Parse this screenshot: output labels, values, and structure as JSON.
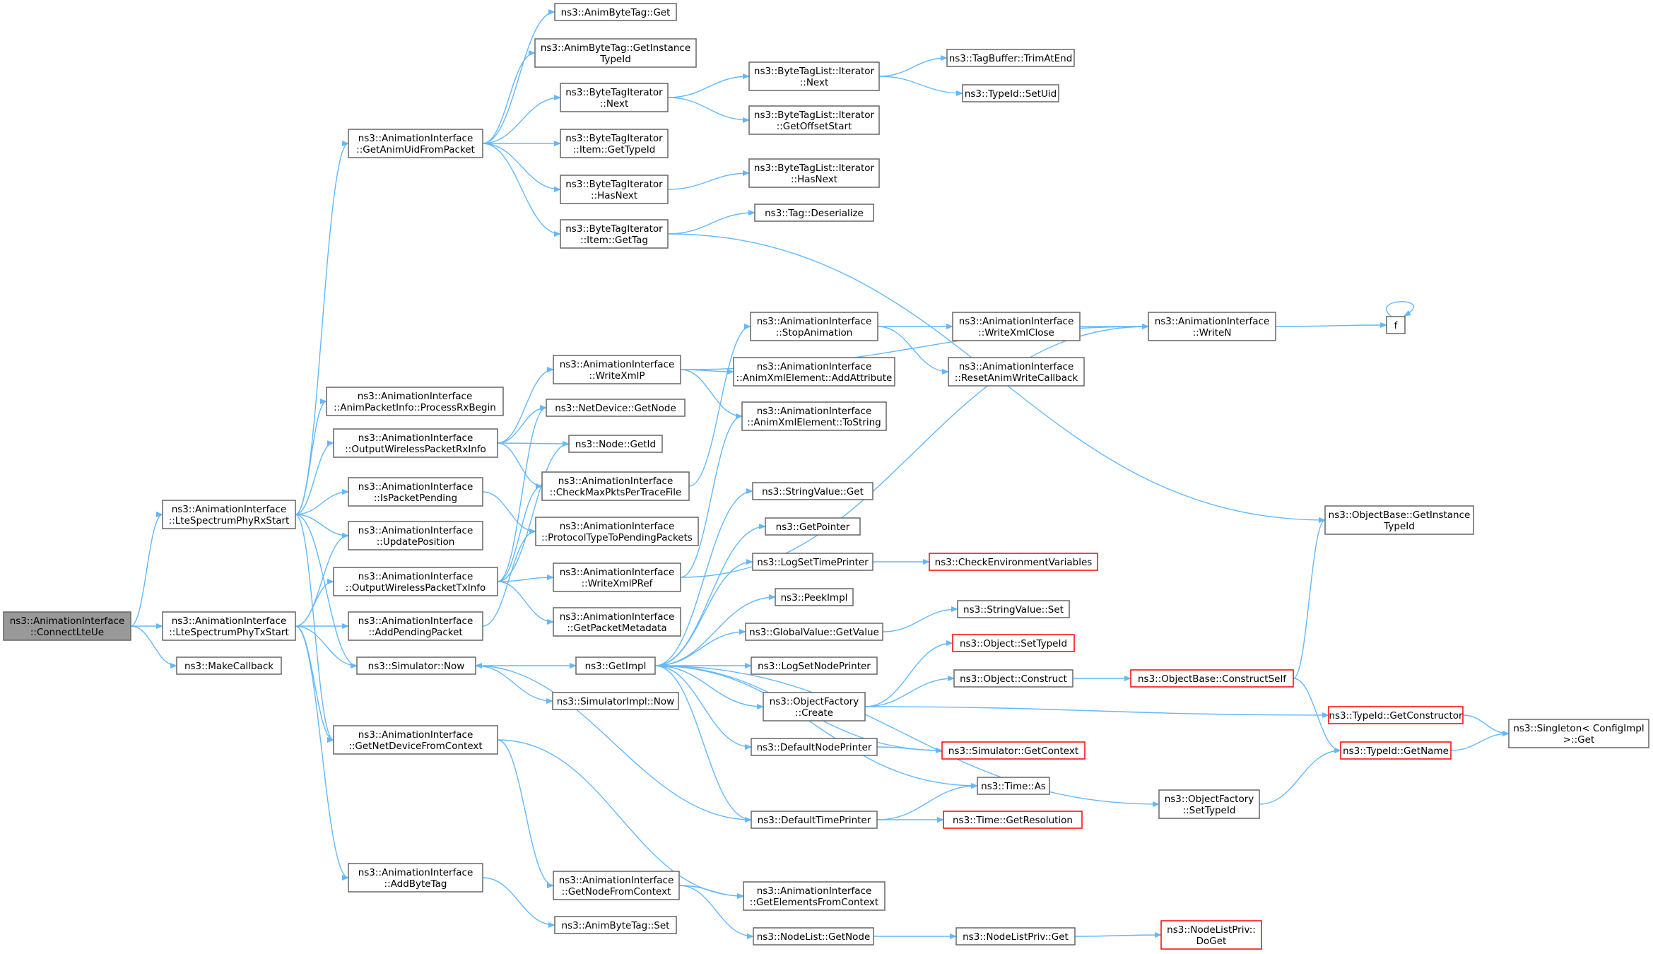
{
  "graph": {
    "nodes": [
      {
        "id": "n0",
        "label": [
          "ns3::AnimationInterface",
          "::ConnectLteUe"
        ],
        "kind": "root"
      },
      {
        "id": "n1",
        "label": [
          "ns3::AnimationInterface",
          "::LteSpectrumPhyRxStart"
        ]
      },
      {
        "id": "n2",
        "label": [
          "ns3::AnimationInterface",
          "::LteSpectrumPhyTxStart"
        ]
      },
      {
        "id": "n3",
        "label": [
          "ns3::MakeCallback"
        ]
      },
      {
        "id": "n4",
        "label": [
          "ns3::AnimationInterface",
          "::GetAnimUidFromPacket"
        ]
      },
      {
        "id": "n5",
        "label": [
          "ns3::AnimationInterface",
          "::AnimPacketInfo::ProcessRxBegin"
        ]
      },
      {
        "id": "n6",
        "label": [
          "ns3::AnimationInterface",
          "::OutputWirelessPacketRxInfo"
        ]
      },
      {
        "id": "n7",
        "label": [
          "ns3::AnimationInterface",
          "::IsPacketPending"
        ]
      },
      {
        "id": "n8",
        "label": [
          "ns3::AnimationInterface",
          "::UpdatePosition"
        ]
      },
      {
        "id": "n9",
        "label": [
          "ns3::AnimationInterface",
          "::OutputWirelessPacketTxInfo"
        ]
      },
      {
        "id": "n10",
        "label": [
          "ns3::AnimationInterface",
          "::AddPendingPacket"
        ]
      },
      {
        "id": "n11",
        "label": [
          "ns3::Simulator::Now"
        ]
      },
      {
        "id": "n12",
        "label": [
          "ns3::AnimationInterface",
          "::GetNetDeviceFromContext"
        ]
      },
      {
        "id": "n13",
        "label": [
          "ns3::AnimationInterface",
          "::AddByteTag"
        ]
      },
      {
        "id": "n14",
        "label": [
          "ns3::AnimByteTag::Get"
        ]
      },
      {
        "id": "n15",
        "label": [
          "ns3::AnimByteTag::GetInstance",
          "TypeId"
        ]
      },
      {
        "id": "n16",
        "label": [
          "ns3::ByteTagIterator",
          "::Next"
        ]
      },
      {
        "id": "n17",
        "label": [
          "ns3::ByteTagIterator",
          "::Item::GetTypeId"
        ]
      },
      {
        "id": "n18",
        "label": [
          "ns3::ByteTagIterator",
          "::HasNext"
        ]
      },
      {
        "id": "n19",
        "label": [
          "ns3::ByteTagIterator",
          "::Item::GetTag"
        ]
      },
      {
        "id": "n20",
        "label": [
          "ns3::AnimationInterface",
          "::WriteXmlP"
        ]
      },
      {
        "id": "n21",
        "label": [
          "ns3::NetDevice::GetNode"
        ]
      },
      {
        "id": "n22",
        "label": [
          "ns3::Node::GetId"
        ]
      },
      {
        "id": "n23",
        "label": [
          "ns3::AnimationInterface",
          "::CheckMaxPktsPerTraceFile"
        ]
      },
      {
        "id": "n24",
        "label": [
          "ns3::AnimationInterface",
          "::ProtocolTypeToPendingPackets"
        ]
      },
      {
        "id": "n25",
        "label": [
          "ns3::AnimationInterface",
          "::WriteXmlPRef"
        ]
      },
      {
        "id": "n26",
        "label": [
          "ns3::AnimationInterface",
          "::GetPacketMetadata"
        ]
      },
      {
        "id": "n27",
        "label": [
          "ns3::GetImpl"
        ]
      },
      {
        "id": "n28",
        "label": [
          "ns3::SimulatorImpl::Now"
        ]
      },
      {
        "id": "n29",
        "label": [
          "ns3::AnimationInterface",
          "::GetNodeFromContext"
        ]
      },
      {
        "id": "n30",
        "label": [
          "ns3::AnimByteTag::Set"
        ]
      },
      {
        "id": "n31",
        "label": [
          "ns3::ByteTagList::Iterator",
          "::Next"
        ]
      },
      {
        "id": "n32",
        "label": [
          "ns3::ByteTagList::Iterator",
          "::GetOffsetStart"
        ]
      },
      {
        "id": "n33",
        "label": [
          "ns3::ByteTagList::Iterator",
          "::HasNext"
        ]
      },
      {
        "id": "n34",
        "label": [
          "ns3::Tag::Deserialize"
        ]
      },
      {
        "id": "n35",
        "label": [
          "ns3::AnimationInterface",
          "::StopAnimation"
        ]
      },
      {
        "id": "n36",
        "label": [
          "ns3::AnimationInterface",
          "::AnimXmlElement::AddAttribute"
        ]
      },
      {
        "id": "n37",
        "label": [
          "ns3::AnimationInterface",
          "::AnimXmlElement::ToString"
        ]
      },
      {
        "id": "n38",
        "label": [
          "ns3::StringValue::Get"
        ]
      },
      {
        "id": "n39",
        "label": [
          "ns3::GetPointer"
        ]
      },
      {
        "id": "n40",
        "label": [
          "ns3::LogSetTimePrinter"
        ]
      },
      {
        "id": "n41",
        "label": [
          "ns3::PeekImpl"
        ]
      },
      {
        "id": "n42",
        "label": [
          "ns3::GlobalValue::GetValue"
        ]
      },
      {
        "id": "n43",
        "label": [
          "ns3::LogSetNodePrinter"
        ]
      },
      {
        "id": "n44",
        "label": [
          "ns3::ObjectFactory",
          "::Create"
        ]
      },
      {
        "id": "n45",
        "label": [
          "ns3::DefaultNodePrinter"
        ]
      },
      {
        "id": "n46",
        "label": [
          "ns3::DefaultTimePrinter"
        ]
      },
      {
        "id": "n47",
        "label": [
          "ns3::AnimationInterface",
          "::GetElementsFromContext"
        ]
      },
      {
        "id": "n48",
        "label": [
          "ns3::NodeList::GetNode"
        ]
      },
      {
        "id": "n49",
        "label": [
          "ns3::TagBuffer::TrimAtEnd"
        ]
      },
      {
        "id": "n50",
        "label": [
          "ns3::TypeId::SetUid"
        ]
      },
      {
        "id": "n51",
        "label": [
          "ns3::AnimationInterface",
          "::WriteXmlClose"
        ]
      },
      {
        "id": "n52",
        "label": [
          "ns3::AnimationInterface",
          "::ResetAnimWriteCallback"
        ]
      },
      {
        "id": "n53",
        "label": [
          "ns3::CheckEnvironmentVariables"
        ],
        "kind": "red"
      },
      {
        "id": "n54",
        "label": [
          "ns3::StringValue::Set"
        ]
      },
      {
        "id": "n55",
        "label": [
          "ns3::Object::SetTypeId"
        ],
        "kind": "red"
      },
      {
        "id": "n56",
        "label": [
          "ns3::Object::Construct"
        ]
      },
      {
        "id": "n57",
        "label": [
          "ns3::Simulator::GetContext"
        ],
        "kind": "red"
      },
      {
        "id": "n58",
        "label": [
          "ns3::Time::As"
        ]
      },
      {
        "id": "n59",
        "label": [
          "ns3::Time::GetResolution"
        ],
        "kind": "red"
      },
      {
        "id": "n60",
        "label": [
          "ns3::ObjectFactory",
          "::SetTypeId"
        ]
      },
      {
        "id": "n61",
        "label": [
          "ns3::NodeListPriv::Get"
        ]
      },
      {
        "id": "n62",
        "label": [
          "ns3::AnimationInterface",
          "::WriteN"
        ]
      },
      {
        "id": "n63",
        "label": [
          "ns3::ObjectBase::ConstructSelf"
        ],
        "kind": "red"
      },
      {
        "id": "n64",
        "label": [
          "ns3::TypeId::GetConstructor"
        ],
        "kind": "red"
      },
      {
        "id": "n65",
        "label": [
          "ns3::TypeId::GetName"
        ],
        "kind": "red"
      },
      {
        "id": "n66",
        "label": [
          "ns3::NodeListPriv::",
          "DoGet"
        ],
        "kind": "red"
      },
      {
        "id": "n67",
        "label": [
          "f"
        ]
      },
      {
        "id": "n68",
        "label": [
          "ns3::ObjectBase::GetInstance",
          "TypeId"
        ]
      },
      {
        "id": "n69",
        "label": [
          "ns3::Singleton< ConfigImpl",
          " >::Get"
        ]
      }
    ],
    "edges": [
      [
        "n0",
        "n1"
      ],
      [
        "n0",
        "n2"
      ],
      [
        "n0",
        "n3"
      ],
      [
        "n1",
        "n4"
      ],
      [
        "n1",
        "n5"
      ],
      [
        "n1",
        "n6"
      ],
      [
        "n1",
        "n7"
      ],
      [
        "n1",
        "n8"
      ],
      [
        "n1",
        "n11"
      ],
      [
        "n1",
        "n12"
      ],
      [
        "n2",
        "n8"
      ],
      [
        "n2",
        "n9"
      ],
      [
        "n2",
        "n10"
      ],
      [
        "n2",
        "n11"
      ],
      [
        "n2",
        "n12"
      ],
      [
        "n2",
        "n13"
      ],
      [
        "n4",
        "n14"
      ],
      [
        "n4",
        "n15"
      ],
      [
        "n4",
        "n16"
      ],
      [
        "n4",
        "n17"
      ],
      [
        "n4",
        "n18"
      ],
      [
        "n4",
        "n19"
      ],
      [
        "n6",
        "n20"
      ],
      [
        "n6",
        "n21"
      ],
      [
        "n6",
        "n22"
      ],
      [
        "n6",
        "n23"
      ],
      [
        "n7",
        "n24"
      ],
      [
        "n9",
        "n21"
      ],
      [
        "n9",
        "n22"
      ],
      [
        "n9",
        "n23"
      ],
      [
        "n9",
        "n25"
      ],
      [
        "n9",
        "n26"
      ],
      [
        "n10",
        "n24"
      ],
      [
        "n11",
        "n27"
      ],
      [
        "n11",
        "n28"
      ],
      [
        "n12",
        "n29"
      ],
      [
        "n12",
        "n47"
      ],
      [
        "n13",
        "n30"
      ],
      [
        "n16",
        "n31"
      ],
      [
        "n16",
        "n32"
      ],
      [
        "n18",
        "n33"
      ],
      [
        "n19",
        "n34"
      ],
      [
        "n19",
        "n68"
      ],
      [
        "n20",
        "n36"
      ],
      [
        "n20",
        "n37"
      ],
      [
        "n20",
        "n62"
      ],
      [
        "n23",
        "n35"
      ],
      [
        "n25",
        "n37"
      ],
      [
        "n25",
        "n62"
      ],
      [
        "n27",
        "n38"
      ],
      [
        "n27",
        "n39"
      ],
      [
        "n27",
        "n40"
      ],
      [
        "n27",
        "n41"
      ],
      [
        "n27",
        "n42"
      ],
      [
        "n27",
        "n43"
      ],
      [
        "n27",
        "n44"
      ],
      [
        "n27",
        "n45"
      ],
      [
        "n27",
        "n46"
      ],
      [
        "n27",
        "n57"
      ],
      [
        "n27",
        "n60"
      ],
      [
        "n27",
        "n58"
      ],
      [
        "n29",
        "n47"
      ],
      [
        "n29",
        "n48"
      ],
      [
        "n31",
        "n49"
      ],
      [
        "n31",
        "n50"
      ],
      [
        "n35",
        "n51"
      ],
      [
        "n35",
        "n52"
      ],
      [
        "n40",
        "n53"
      ],
      [
        "n42",
        "n54"
      ],
      [
        "n44",
        "n55"
      ],
      [
        "n44",
        "n56"
      ],
      [
        "n44",
        "n64"
      ],
      [
        "n45",
        "n57"
      ],
      [
        "n46",
        "n11"
      ],
      [
        "n46",
        "n58"
      ],
      [
        "n46",
        "n59"
      ],
      [
        "n48",
        "n61"
      ],
      [
        "n51",
        "n62"
      ],
      [
        "n56",
        "n63"
      ],
      [
        "n60",
        "n65"
      ],
      [
        "n61",
        "n66"
      ],
      [
        "n62",
        "n67"
      ],
      [
        "n67",
        "n67"
      ],
      [
        "n63",
        "n65"
      ],
      [
        "n63",
        "n68"
      ],
      [
        "n64",
        "n69"
      ],
      [
        "n65",
        "n69"
      ]
    ]
  },
  "colors": {
    "edge": "#63b8ff",
    "node_border": "#666666",
    "root_fill": "#999999",
    "red_border": "#ff0000"
  }
}
